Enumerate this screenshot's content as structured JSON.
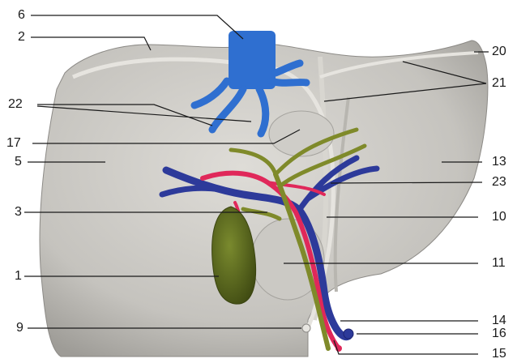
{
  "labels": {
    "l6": "6",
    "l2": "2",
    "l22": "22",
    "l17": "17",
    "l5": "5",
    "l3": "3",
    "l1": "1",
    "l9": "9",
    "l20": "20",
    "l21": "21",
    "l13": "13",
    "l23": "23",
    "l10": "10",
    "l11": "11",
    "l14": "14",
    "l16": "16",
    "l15": "15"
  },
  "colors": {
    "liver": "#c9c7c2",
    "liver_shade": "#a9a7a2",
    "ivc": "#2f6fd0",
    "portal_vein": "#2d3a9a",
    "hepatic_artery": "#e0285a",
    "bile_duct": "#7f8a2a",
    "gallbladder": "#5d6a1f",
    "ligament": "#e8e6e1"
  }
}
